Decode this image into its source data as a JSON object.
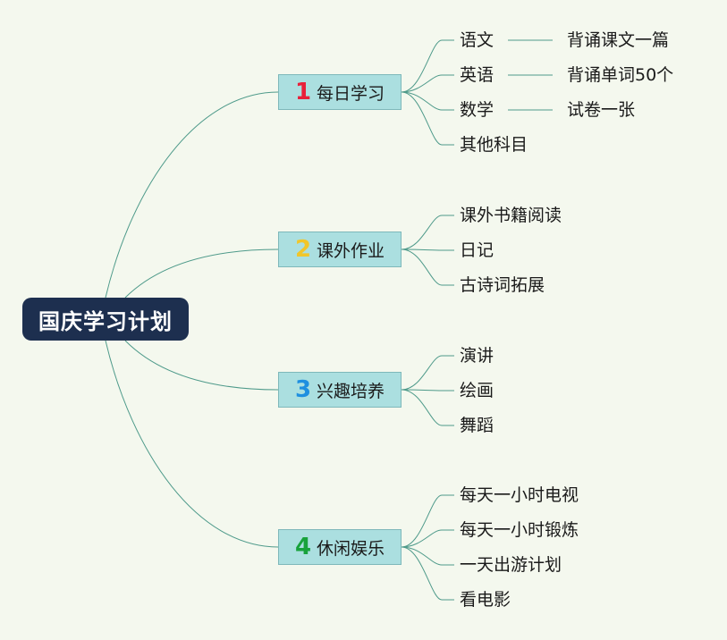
{
  "root": {
    "label": "国庆学习计划"
  },
  "branches": [
    {
      "number": "1",
      "number_color": "#e8203a",
      "label": "每日学习",
      "items": [
        {
          "label": "语文",
          "detail": "背诵课文一篇"
        },
        {
          "label": "英语",
          "detail": "背诵单词50个"
        },
        {
          "label": "数学",
          "detail": "试卷一张"
        },
        {
          "label": "其他科目"
        }
      ]
    },
    {
      "number": "2",
      "number_color": "#f1c62a",
      "label": "课外作业",
      "items": [
        {
          "label": "课外书籍阅读"
        },
        {
          "label": "日记"
        },
        {
          "label": "古诗词拓展"
        }
      ]
    },
    {
      "number": "3",
      "number_color": "#1e8fe0",
      "label": "兴趣培养",
      "items": [
        {
          "label": "演讲"
        },
        {
          "label": "绘画"
        },
        {
          "label": "舞蹈"
        }
      ]
    },
    {
      "number": "4",
      "number_color": "#18a23c",
      "label": "休闲娱乐",
      "items": [
        {
          "label": "每天一小时电视"
        },
        {
          "label": "每天一小时锻炼"
        },
        {
          "label": "一天出游计划"
        },
        {
          "label": "看电影"
        }
      ]
    }
  ],
  "colors": {
    "background": "#f4f8ee",
    "root_fill": "#1d2f4f",
    "branch_fill": "#abdfe0",
    "connector": "#4e9a8a"
  }
}
